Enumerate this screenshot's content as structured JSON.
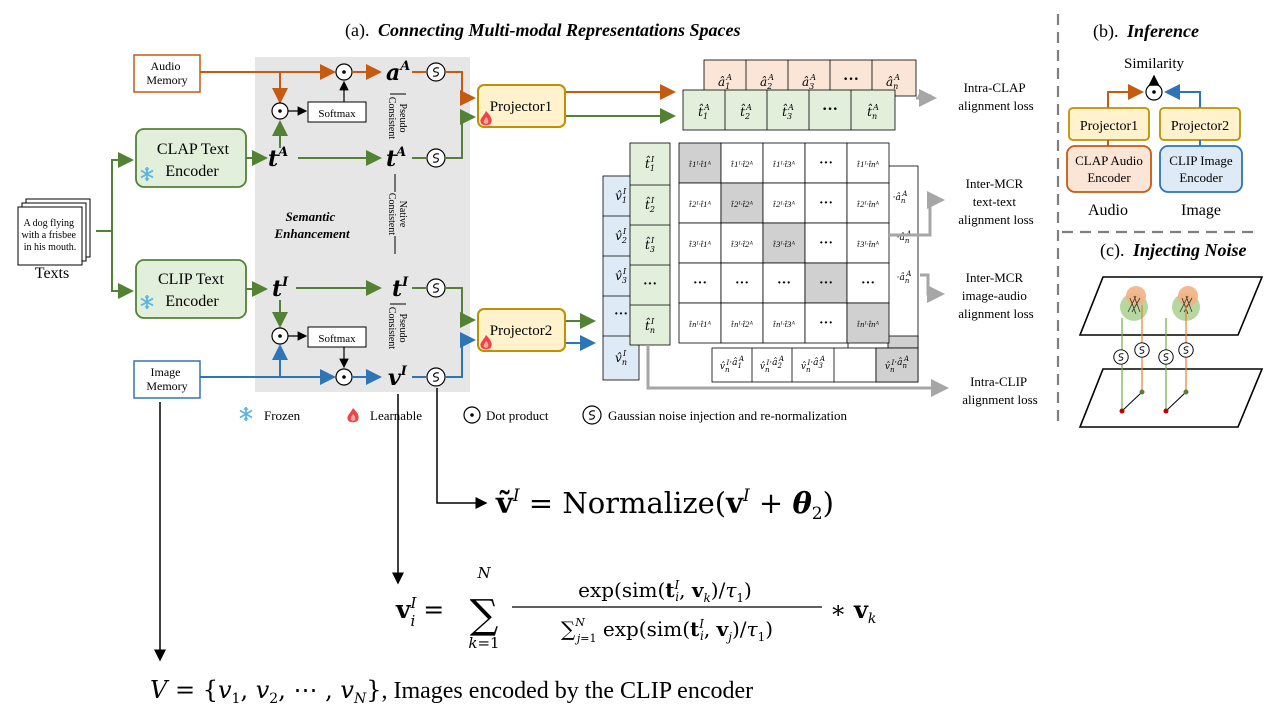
{
  "panel_a": {
    "title_prefix": "(a).",
    "title": "Connecting Multi-modal Representations Spaces",
    "audio_memory": [
      "Audio",
      "Memory"
    ],
    "image_memory": [
      "Image",
      "Memory"
    ],
    "texts_card": [
      "A dog flying",
      "with a frisbee",
      "in his mouth."
    ],
    "texts_label": "Texts",
    "clap_text_encoder": [
      "CLAP Text",
      "Encoder"
    ],
    "clip_text_encoder": [
      "CLIP Text",
      "Encoder"
    ],
    "softmax": "Softmax",
    "semantic_enhancement": [
      "Semantic",
      "Enhancement"
    ],
    "pseudo_consistent": [
      "Pseudo",
      "Consistent"
    ],
    "native_consistent": [
      "Native",
      "Consistent"
    ],
    "projector1": "Projector1",
    "projector2": "Projector2",
    "dots": "···",
    "loss_labels": {
      "intra_clap": [
        "Intra-CLAP",
        "alignment loss"
      ],
      "inter_tt": [
        "Inter-MCR",
        "text-text",
        "alignment loss"
      ],
      "inter_ia": [
        "Inter-MCR",
        "image-audio",
        "alignment loss"
      ],
      "intra_clip": [
        "Intra-CLIP",
        "alignment loss"
      ]
    }
  },
  "legend": {
    "frozen": "Frozen",
    "learnable": "Learnable",
    "dot_product": "Dot product",
    "noise": "Gaussian noise injection and re-normalization"
  },
  "panel_b": {
    "title_prefix": "(b).",
    "title": "Inference",
    "similarity": "Similarity",
    "projector1": "Projector1",
    "projector2": "Projector2",
    "clap_audio_encoder": [
      "CLAP Audio",
      "Encoder"
    ],
    "clip_image_encoder": [
      "CLIP Image",
      "Encoder"
    ],
    "audio": "Audio",
    "image": "Image"
  },
  "panel_c": {
    "title_prefix": "(c).",
    "title": "Injecting Noise"
  },
  "equations": {
    "normalize_lhs": "ṽ",
    "normalize_rhs": " = Normalize(",
    "memory_caption": ", Images encoded by the CLIP encoder"
  },
  "colors": {
    "audio_orange": "#c55a11",
    "text_green": "#548235",
    "image_blue": "#2e75b6",
    "grey_band": "#e7e6e6",
    "green_fill": "#e2efda",
    "orange_fill": "#fbe5d6",
    "blue_fill": "#deebf7",
    "projector_fill": "#fff2cc",
    "projector_border": "#bf9000",
    "diag_grey": "#d0d0d0"
  }
}
